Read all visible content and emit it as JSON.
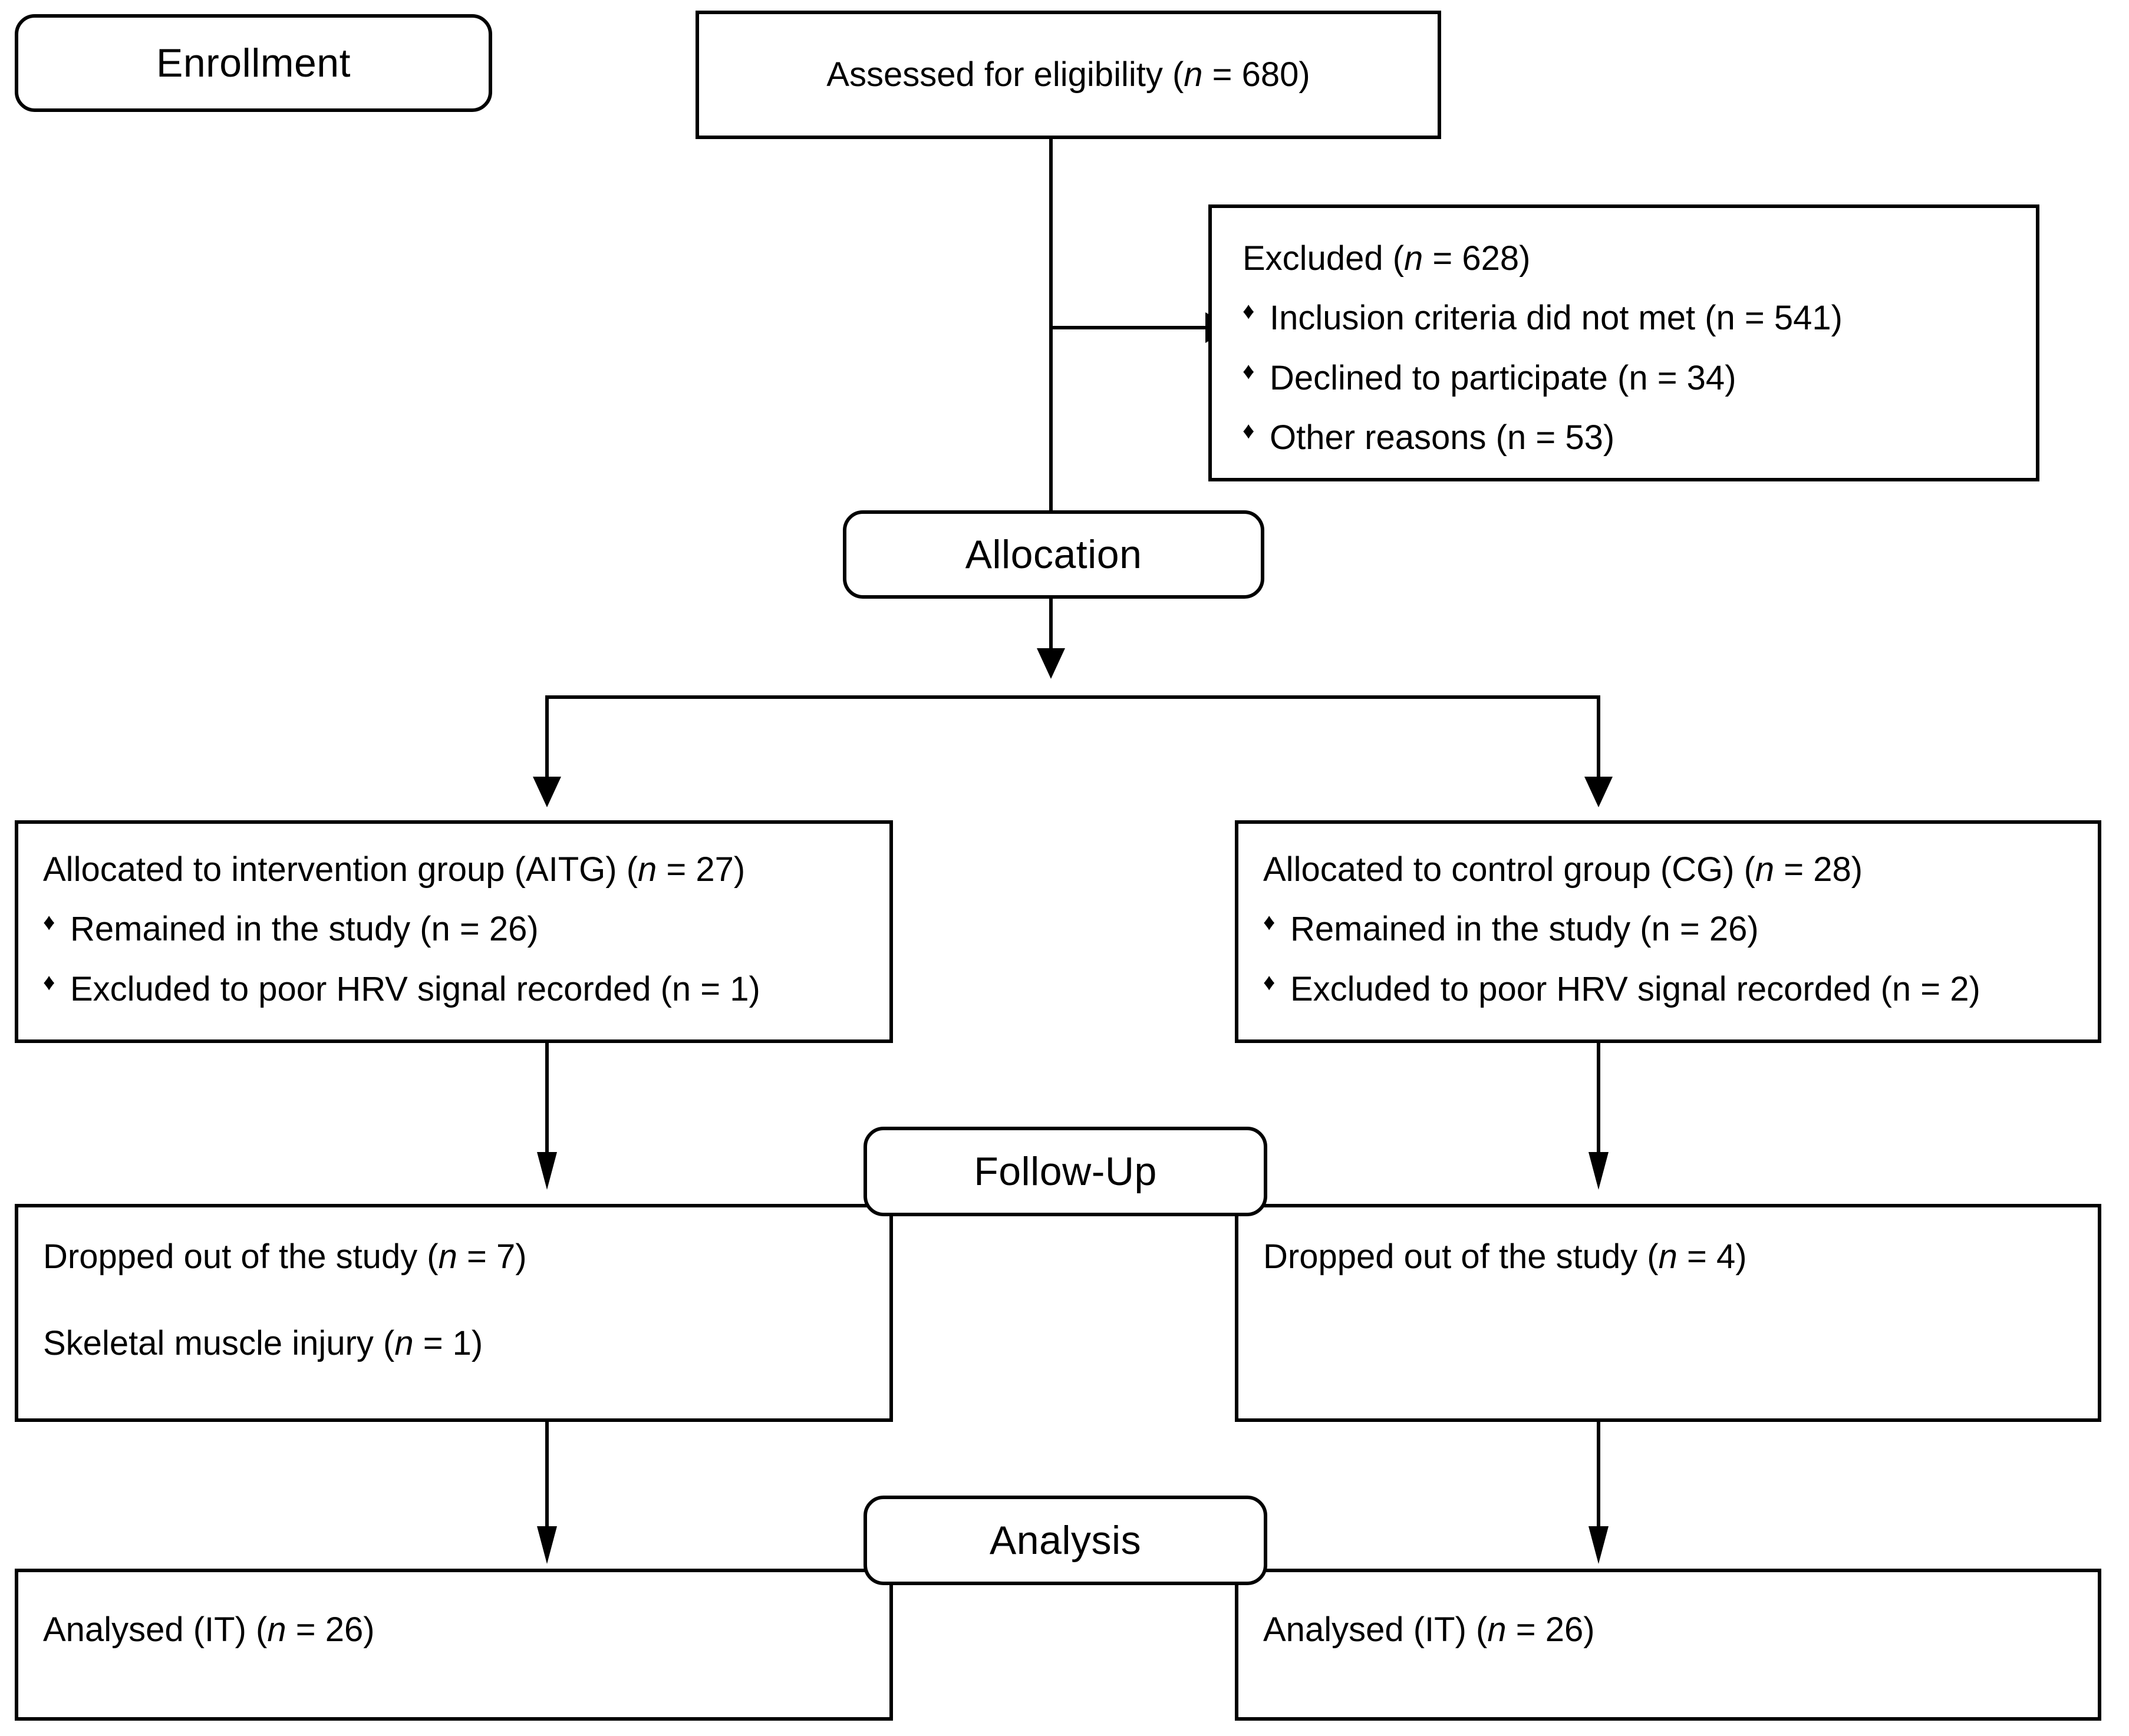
{
  "diagram": {
    "title": "CONSORT participant flow diagram",
    "line_color": "#000000",
    "background_color": "#ffffff"
  },
  "stages": {
    "enrollment_label": "Enrollment",
    "allocation_label": "Allocation",
    "followup_label": "Follow-Up",
    "analysis_label": "Analysis"
  },
  "enrollment": {
    "assessed": {
      "text": "Assessed for eligibility (",
      "italic_n": "n",
      "eq_value": " = 680)"
    },
    "excluded": {
      "heading_pre": "Excluded (",
      "heading_n": "n",
      "heading_post": " = 628)",
      "reasons": [
        {
          "bullet": "♦",
          "text_pre": "Inclusion criteria did not met (",
          "n": "n",
          "text_post": " = 541)"
        },
        {
          "bullet": "♦",
          "text_pre": "Declined to participate (",
          "n": "n",
          "text_post": " = 34)"
        },
        {
          "bullet": "♦",
          "text_pre": "Other reasons (",
          "n": "n",
          "text_post": " = 53)"
        }
      ]
    }
  },
  "allocation": {
    "left": {
      "heading_pre": "Allocated to intervention group (AITG)  (",
      "heading_n": "n",
      "heading_post": " = 27)",
      "items": [
        {
          "bullet": "♦",
          "text_pre": "Remained  in the study (",
          "n": "n",
          "text_post": " = 26)"
        },
        {
          "bullet": "♦",
          "text_pre": "Excluded to poor HRV signal recorded (",
          "n": "n",
          "text_post": " = 1)"
        }
      ]
    },
    "right": {
      "heading_pre": "Allocated to control group (CG) (",
      "heading_n": "n",
      "heading_post": " = 28)",
      "items": [
        {
          "bullet": "♦",
          "text_pre": "Remained  in the study (",
          "n": "n",
          "text_post": " = 26)"
        },
        {
          "bullet": "♦",
          "text_pre": "Excluded to poor HRV signal recorded (",
          "n": "n",
          "text_post": " = 2)"
        }
      ]
    }
  },
  "followup": {
    "left": {
      "line1_pre": "Dropped out of the study (",
      "line1_n": "n",
      "line1_post": " = 7)",
      "line2_pre": "Skeletal muscle injury  (",
      "line2_n": "n",
      "line2_post": " = 1)"
    },
    "right": {
      "line1_pre": "Dropped out of the study (",
      "line1_n": "n",
      "line1_post": " = 4)",
      "line2_pre": "",
      "line2_n": "",
      "line2_post": ""
    }
  },
  "analysis": {
    "left": {
      "line1_pre": "Analysed (IT) (",
      "line1_n": "n",
      "line1_post": " = 26)"
    },
    "right": {
      "line1_pre": "Analysed (IT) (",
      "line1_n": "n",
      "line1_post": " = 26)"
    }
  }
}
